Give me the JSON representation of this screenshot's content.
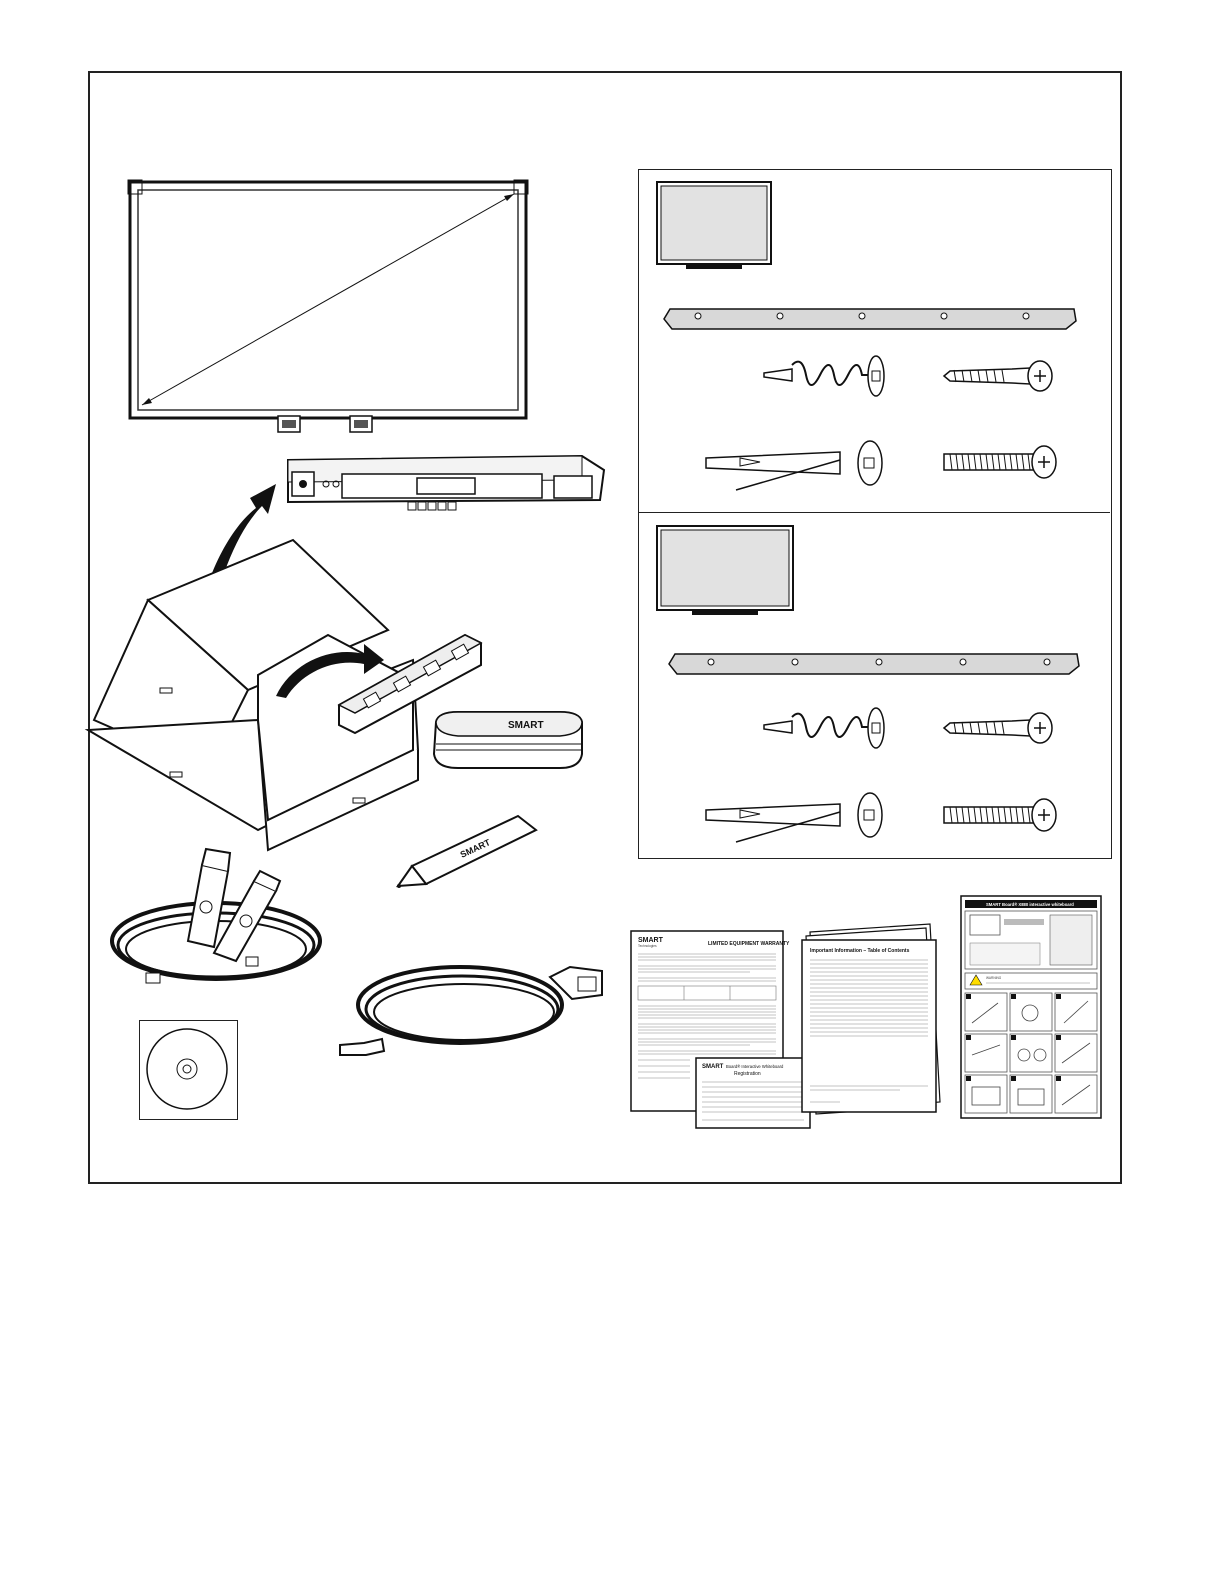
{
  "brand_logo": "SMART",
  "documents": {
    "warranty": {
      "logo": "SMART",
      "logo_sub": "Technologies",
      "title": "LIMITED EQUIPMENT WARRANTY"
    },
    "registration": {
      "logo": "SMART",
      "title": "Board® Interactive Whiteboard",
      "subtitle": "Registration"
    },
    "booklet": {
      "title": "Important Information – Table of Contents"
    },
    "poster": {
      "title": "SMART Board® X880 interactive whiteboard",
      "warning_label": "WARNING"
    }
  },
  "icons": [
    "whiteboard-diagonal-icon",
    "pen-tray-icon",
    "arrow-icon",
    "box-icon",
    "pen-tray-bracket-icon",
    "eraser-icon",
    "pen-icon",
    "usb-cable-icon",
    "cd-icon",
    "extension-cable-icon",
    "board-small-icon",
    "mounting-bracket-icon",
    "drywall-anchor-icon",
    "wood-screw-icon",
    "toggle-anchor-icon",
    "machine-screw-icon"
  ]
}
